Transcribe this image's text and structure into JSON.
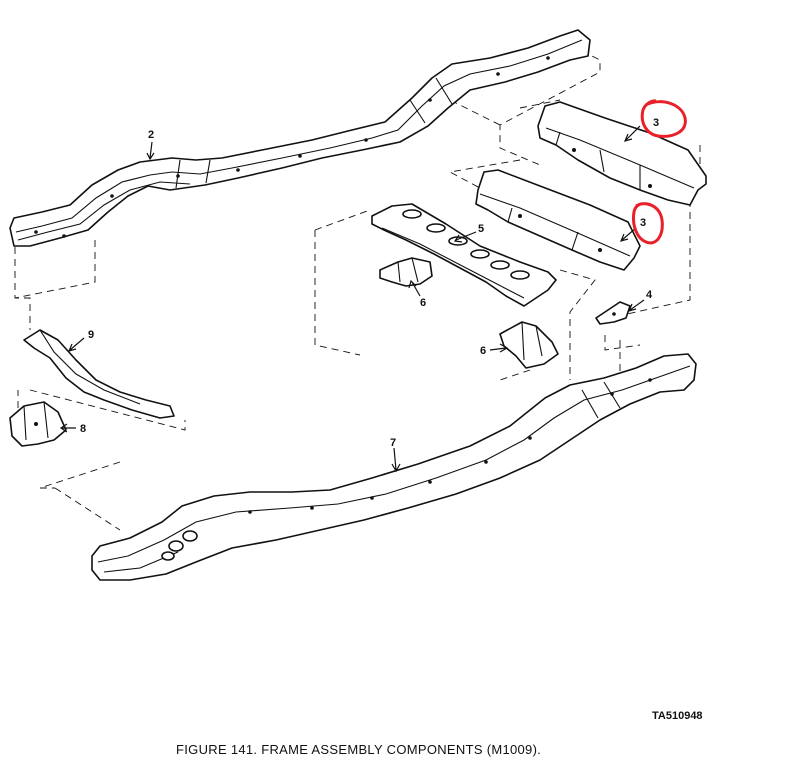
{
  "figure": {
    "caption": "FIGURE 141. FRAME ASSEMBLY COMPONENTS (M1009).",
    "drawing_number": "TA510948"
  },
  "callouts": {
    "rail_upper": "2",
    "crossmember_rear": "3",
    "crossmember_front": "3",
    "bracket_4": "4",
    "crossmember_5": "5",
    "bracket_6_left": "6",
    "bracket_6_right": "6",
    "rail_lower": "7",
    "bracket_8": "8",
    "bracket_9": "9"
  },
  "highlight_color": "#e8202a"
}
